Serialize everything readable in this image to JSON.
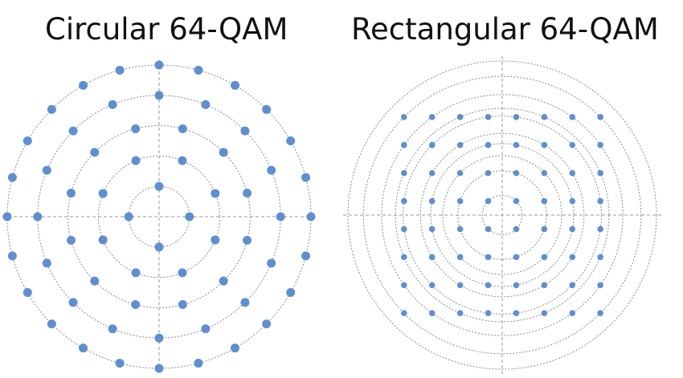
{
  "titles": {
    "left": "Circular 64-QAM",
    "right": "Rectangular 64-QAM"
  },
  "colors": {
    "point": "#5f8fce",
    "ring": "#8a8a8a",
    "axis": "#9a9a9a"
  },
  "circular": {
    "rings": [
      {
        "radius": 1,
        "count": 4,
        "offset_deg": 90
      },
      {
        "radius": 2,
        "count": 8,
        "offset_deg": 22.5
      },
      {
        "radius": 3,
        "count": 12,
        "offset_deg": 15
      },
      {
        "radius": 4,
        "count": 16,
        "offset_deg": 0
      },
      {
        "radius": 5,
        "count": 24,
        "offset_deg": 15
      }
    ],
    "max_radius": 5
  },
  "rectangular": {
    "levels": [
      -7,
      -5,
      -3,
      -1,
      1,
      3,
      5,
      7
    ],
    "ring_radii": [
      1.414,
      3.162,
      4.243,
      5.099,
      5.831,
      7.071,
      7.616,
      8.602,
      9.899
    ],
    "max_radius": 11
  }
}
